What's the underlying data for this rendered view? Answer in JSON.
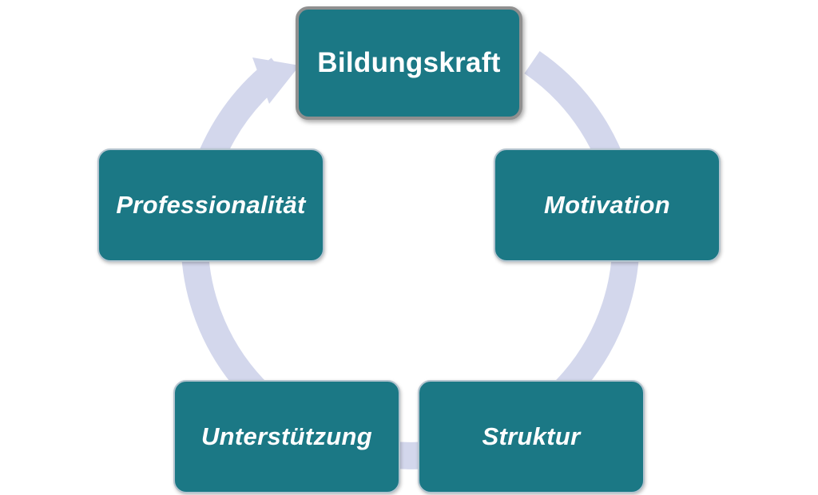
{
  "diagram": {
    "type": "cycle",
    "colors": {
      "node_fill": "#1b7885",
      "node_text": "#ffffff",
      "ring": "#d3d7ec",
      "main_node_border": "#8f8f8f"
    },
    "nodes": [
      {
        "id": "bildungskraft",
        "label": "Bildungskraft"
      },
      {
        "id": "motivation",
        "label": "Motivation"
      },
      {
        "id": "struktur",
        "label": "Struktur"
      },
      {
        "id": "unterstuetzung",
        "label": "Unterstützung"
      },
      {
        "id": "professionalitaet",
        "label": "Professionalität"
      }
    ],
    "direction": "clockwise"
  }
}
